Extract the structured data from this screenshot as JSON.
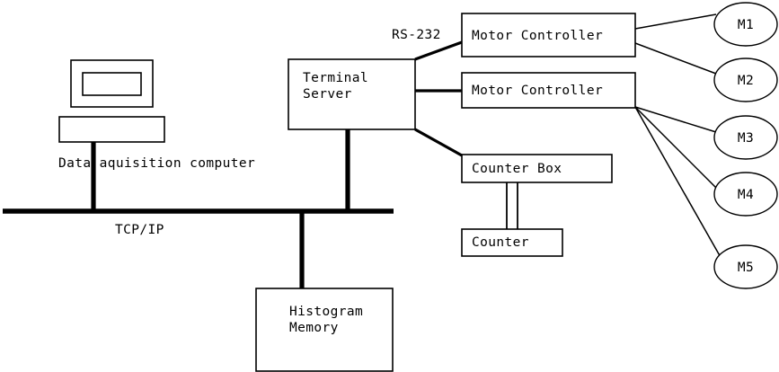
{
  "diagram": {
    "title": "Data acquisition system block diagram",
    "colors": {
      "stroke": "#000000",
      "fill": "#ffffff",
      "background": "#ffffff"
    },
    "bus": {
      "label": "TCP/IP"
    },
    "link_labels": {
      "rs232": "RS-232"
    },
    "nodes": {
      "data_acquisition_computer": {
        "label": "Data aquisition computer"
      },
      "terminal_server": {
        "line1": "Terminal",
        "line2": "Server"
      },
      "motor_controller_1": {
        "label": "Motor Controller"
      },
      "motor_controller_2": {
        "label": "Motor Controller"
      },
      "counter_box": {
        "label": "Counter Box"
      },
      "counter": {
        "label": "Counter"
      },
      "histogram_memory": {
        "line1": "Histogram",
        "line2": "Memory"
      }
    },
    "motors": [
      {
        "label": "M1"
      },
      {
        "label": "M2"
      },
      {
        "label": "M3"
      },
      {
        "label": "M4"
      },
      {
        "label": "M5"
      }
    ]
  }
}
